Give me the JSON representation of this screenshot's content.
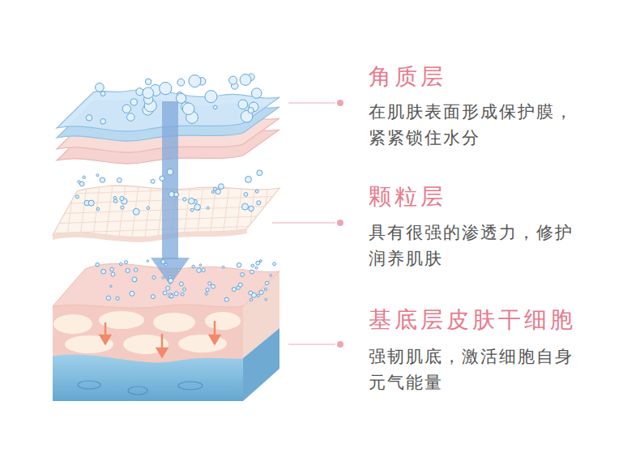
{
  "diagram": {
    "labels": [
      "角质层",
      "在肌肤表面形成保护膜，紧紧锁住水分",
      "颗粒层",
      "具有很强的渗透力，修护润养肌肤",
      "基底层皮肤干细胞",
      "强韧肌底，激活细胞自身元气能量"
    ]
  }
}
